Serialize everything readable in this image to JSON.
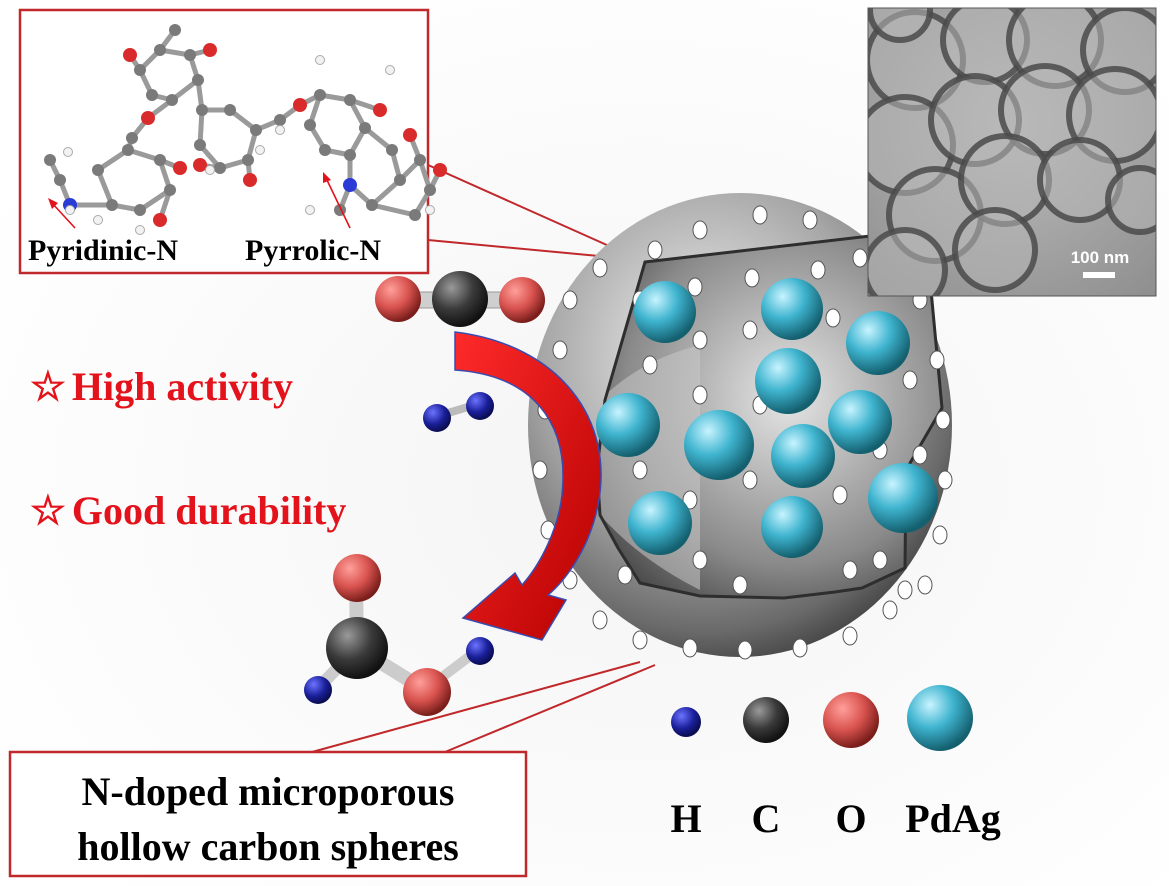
{
  "molecule_box": {
    "label_left": "Pyridinic-N",
    "label_right": "Pyrrolic-N"
  },
  "tem_image": {
    "scale_label": "100 nm"
  },
  "features": [
    {
      "marker": "☆",
      "text": "High activity"
    },
    {
      "marker": "☆",
      "text": "Good durability"
    }
  ],
  "sphere_caption": {
    "line1": "N-doped microporous",
    "line2": "hollow carbon spheres"
  },
  "legend": [
    {
      "label": "H",
      "color": "#1a1f9a"
    },
    {
      "label": "C",
      "color": "#3a3a3a"
    },
    {
      "label": "O",
      "color": "#d9534f"
    },
    {
      "label": "PdAg",
      "color": "#3fb4cf"
    }
  ],
  "colors": {
    "accent_red": "#e3121b",
    "frame_red": "#c0282b"
  }
}
